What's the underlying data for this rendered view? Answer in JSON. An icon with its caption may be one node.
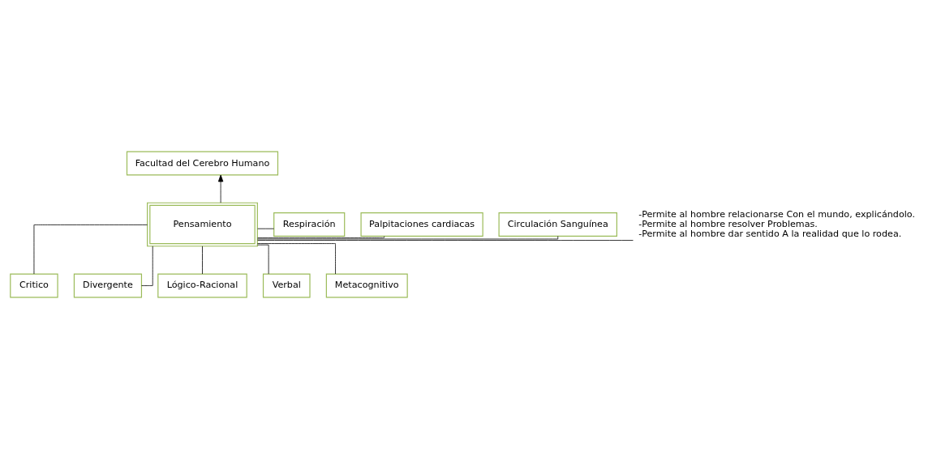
{
  "diagram": {
    "nodes": [
      {
        "text": [
          "Facultad del Cerebro Humano"
        ]
      },
      {
        "text": [
          "Pensamiento"
        ]
      },
      {
        "text": [
          "-Permite al hombre relacionarse Con el mundo, explicándolo.",
          "-Permite al hombre resolver Problemas.",
          "-Permite al hombre dar sentido A la realidad que lo rodea."
        ]
      },
      {
        "text": [
          "Respiración"
        ]
      },
      {
        "text": [
          "Palpitaciones cardiacas"
        ]
      },
      {
        "text": [
          "Circulación Sanguínea"
        ]
      },
      {
        "text": [
          "Critico"
        ]
      },
      {
        "text": [
          "Divergente"
        ]
      },
      {
        "text": [
          "Lógico-Racional"
        ]
      },
      {
        "text": [
          "Verbal"
        ]
      },
      {
        "text": [
          "Metacognitivo"
        ]
      }
    ],
    "edges": [
      {
        "from": 1,
        "to": 0,
        "arrow": "to"
      },
      {
        "from": 1,
        "to": 2,
        "arrow": "none"
      },
      {
        "from": 1,
        "to": 3,
        "arrow": "none"
      },
      {
        "from": 1,
        "to": 4,
        "arrow": "none"
      },
      {
        "from": 1,
        "to": 5,
        "arrow": "none"
      },
      {
        "from": 1,
        "to": 6,
        "arrow": "none"
      },
      {
        "from": 1,
        "to": 7,
        "arrow": "none"
      },
      {
        "from": 1,
        "to": 8,
        "arrow": "none"
      },
      {
        "from": 1,
        "to": 9,
        "arrow": "none"
      },
      {
        "from": 1,
        "to": 10,
        "arrow": "none"
      }
    ]
  }
}
